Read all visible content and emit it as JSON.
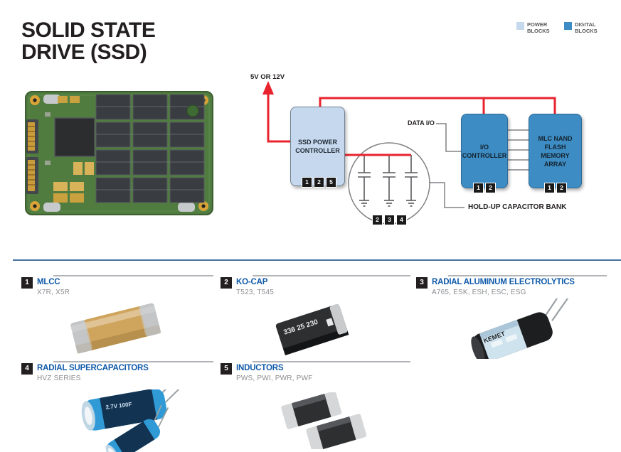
{
  "header": {
    "title_line1": "SOLID STATE",
    "title_line2": "DRIVE (SSD)"
  },
  "legend": {
    "power": {
      "label_line1": "POWER",
      "label_line2": "BLOCKS",
      "color": "#c5d8ee"
    },
    "digital": {
      "label_line1": "DIGITAL",
      "label_line2": "BLOCKS",
      "color": "#3d8cc3"
    }
  },
  "diagram": {
    "supply_label": "5V OR 12V",
    "data_io_label": "DATA I/O",
    "holdup_label": "HOLD-UP CAPACITOR BANK",
    "power_controller": {
      "label": "SSD POWER CONTROLLER",
      "badges": [
        "1",
        "2",
        "5"
      ]
    },
    "io_controller": {
      "label": "I/O CONTROLLER",
      "badges": [
        "1",
        "2"
      ]
    },
    "nand": {
      "label": "MLC NAND FLASH MEMORY ARRAY",
      "badges": [
        "1",
        "2"
      ]
    },
    "capacitor_bank_badges": [
      "2",
      "3",
      "4"
    ],
    "colors": {
      "power_wire": "#e8232d",
      "signal_wire": "#808285",
      "power_block": "#c5d8ee",
      "digital_block": "#3d8cc3"
    }
  },
  "components": [
    {
      "number": "1",
      "name": "MLCC",
      "series": "X7R, X5R"
    },
    {
      "number": "2",
      "name": "KO-CAP",
      "series": "T523, T545",
      "marking": "336 25 230"
    },
    {
      "number": "3",
      "name": "RADIAL ALUMINUM ELECTROLYTICS",
      "series": "A765, ESK, ESH, ESC, ESG",
      "marking": "KEMET"
    },
    {
      "number": "4",
      "name": "RADIAL SUPERCAPACITORS",
      "series": "HVZ SERIES",
      "marking": "2.7V 100F"
    },
    {
      "number": "5",
      "name": "INDUCTORS",
      "series": "PWS, PWI, PWR, PWF"
    }
  ]
}
